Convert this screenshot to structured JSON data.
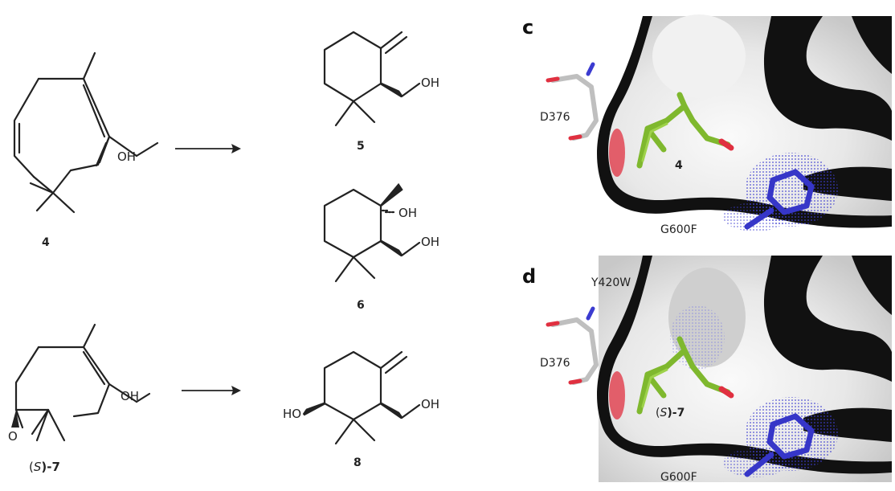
{
  "scheme": {
    "substrate_1": {
      "label": "4",
      "oh": "OH"
    },
    "substrate_2": {
      "label_prefix": "(",
      "label_italic": "S",
      "label_suffix": ")-7",
      "oh": "OH",
      "o": "O"
    },
    "product_5": {
      "label": "5",
      "oh": "OH"
    },
    "product_6": {
      "label": "6",
      "oh_ring": "OH",
      "oh_side": "OH"
    },
    "product_8": {
      "label": "8",
      "ho": "HO",
      "oh": "OH"
    }
  },
  "panel_c": {
    "letter": "c",
    "residue_1": "D376",
    "residue_2": "G600F",
    "ligand": "4"
  },
  "panel_d": {
    "letter": "d",
    "residue_1": "Y420W",
    "residue_2": "D376",
    "residue_3": "G600F",
    "ligand_prefix": "(",
    "ligand_italic": "S",
    "ligand_suffix": ")-7"
  },
  "colors": {
    "surface": "#e6e6e6",
    "pocket_wall": "#111111",
    "ligand": "#7fb82e",
    "phe_ring": "#3636c8",
    "asp_oxygen": "#e03040"
  }
}
